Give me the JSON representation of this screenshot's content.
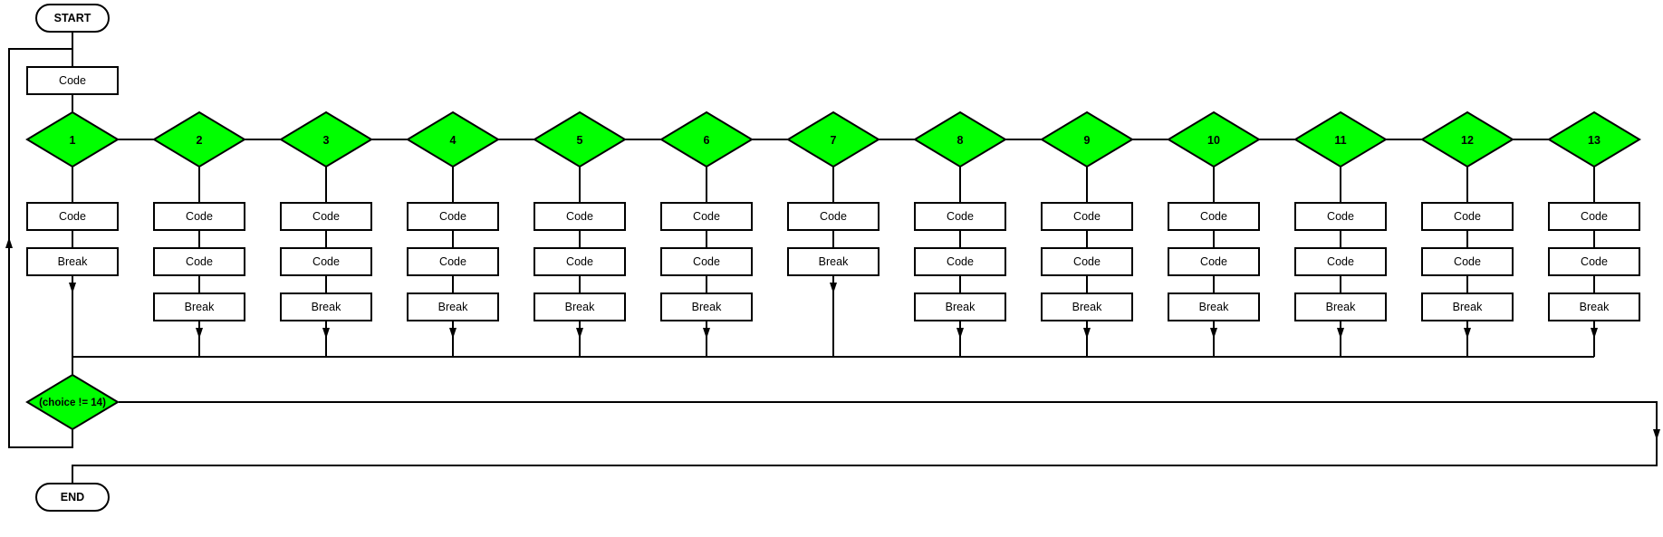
{
  "flowchart": {
    "start_label": "START",
    "end_label": "END",
    "entry_box_label": "Code",
    "loop_condition": "(choice != 14)",
    "fill_color": "#00ff00",
    "cases": [
      {
        "label": "1",
        "steps": [
          "Code",
          "Break"
        ]
      },
      {
        "label": "2",
        "steps": [
          "Code",
          "Code",
          "Break"
        ]
      },
      {
        "label": "3",
        "steps": [
          "Code",
          "Code",
          "Break"
        ]
      },
      {
        "label": "4",
        "steps": [
          "Code",
          "Code",
          "Break"
        ]
      },
      {
        "label": "5",
        "steps": [
          "Code",
          "Code",
          "Break"
        ]
      },
      {
        "label": "6",
        "steps": [
          "Code",
          "Code",
          "Break"
        ]
      },
      {
        "label": "7",
        "steps": [
          "Code",
          "Break"
        ]
      },
      {
        "label": "8",
        "steps": [
          "Code",
          "Code",
          "Break"
        ]
      },
      {
        "label": "9",
        "steps": [
          "Code",
          "Code",
          "Break"
        ]
      },
      {
        "label": "10",
        "steps": [
          "Code",
          "Code",
          "Break"
        ]
      },
      {
        "label": "11",
        "steps": [
          "Code",
          "Code",
          "Break"
        ]
      },
      {
        "label": "12",
        "steps": [
          "Code",
          "Code",
          "Break"
        ]
      },
      {
        "label": "13",
        "steps": [
          "Code",
          "Code",
          "Break"
        ]
      }
    ]
  }
}
